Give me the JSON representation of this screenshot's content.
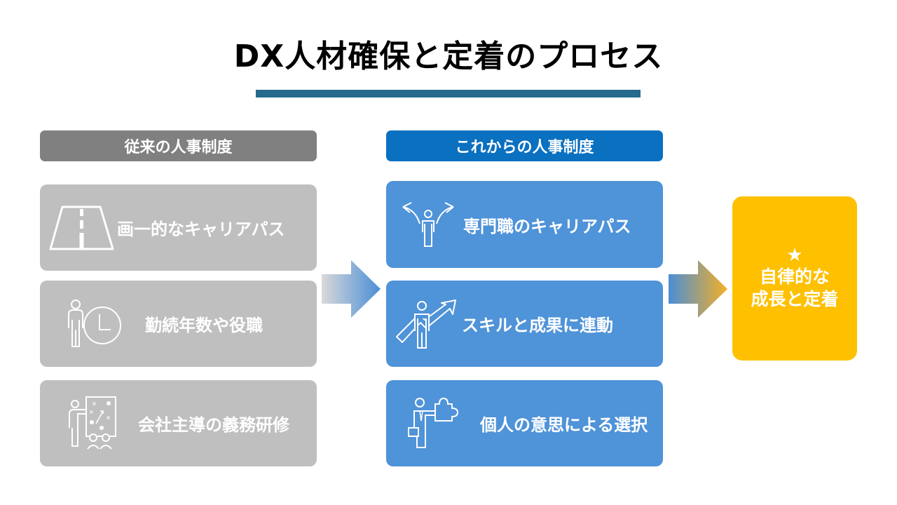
{
  "title": "DX人材確保と定着のプロセス",
  "colors": {
    "title_bar": "#25698c",
    "old_header": "#808080",
    "old_card": "#bfbfbf",
    "new_header": "#0a70c0",
    "new_card": "#4f93d8",
    "result": "#ffc000"
  },
  "old_system": {
    "header": "従来の人事制度",
    "items": [
      {
        "label": "画一的なキャリアパス",
        "icon": "road-icon"
      },
      {
        "label": "勤続年数や役職",
        "icon": "person-clock-icon"
      },
      {
        "label": "会社主導の義務研修",
        "icon": "presentation-board-icon"
      }
    ]
  },
  "new_system": {
    "header": "これからの人事制度",
    "items": [
      {
        "label": "専門職のキャリアパス",
        "icon": "person-split-path-icon"
      },
      {
        "label": "スキルと成果に連動",
        "icon": "person-growth-arrow-icon"
      },
      {
        "label": "個人の意思による選択",
        "icon": "person-puzzle-icon"
      }
    ]
  },
  "result": {
    "star": "★",
    "line1": "自律的な",
    "line2": "成長と定着"
  }
}
